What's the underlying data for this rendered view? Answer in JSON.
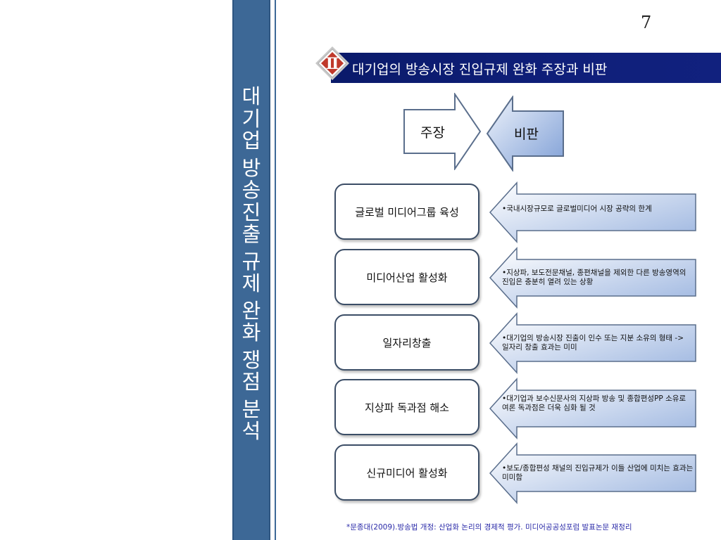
{
  "page_number": "7",
  "vertical_title": [
    "대",
    "기",
    "업",
    "방",
    "송",
    "진",
    "출",
    "규",
    "제",
    "완",
    "화",
    "쟁",
    "점",
    "분",
    "석"
  ],
  "header": {
    "badge": "Ⅱ",
    "title": "대기업의 방송시장 진입규제 완화 주장과 비판"
  },
  "columns": {
    "claim": "주장",
    "critique": "비판"
  },
  "rows": [
    {
      "claim": "글로벌 미디어그룹 육성",
      "critique": "•국내시장규모로 글로벌미디어 시장 공략의 한계"
    },
    {
      "claim": "미디어산업 활성화",
      "critique": "•지상파, 보도전문채널, 종편채널을 제외한 다른 방송영역의 진입은 충분히 열려 있는 상황"
    },
    {
      "claim": "일자리창출",
      "critique": "•대기업의 방송시장 진출이 인수 또는 지분 소유의 형태 -> 일자리 창출 효과는 미미"
    },
    {
      "claim": "지상파 독과점 해소",
      "critique": "•대기업과 보수신문사의 지상파 방송 및 종합편성PP 소유로 여론 독과점은 더욱 심화 될 것"
    },
    {
      "claim": "신규미디어 활성화",
      "critique": "•보도/종합편성 채널의 진입규제가 이들 산업에 미치는 효과는 미미함"
    }
  ],
  "source": "*문종대(2009).방송법 개정: 산업화 논리의 경제적 평가. 미디어공공성포럼 발표논문 재정리",
  "colors": {
    "sidebar": "#3d6896",
    "header": "#0f1f7a",
    "arrow_light": "#dbe6f6",
    "arrow_dark": "#7f9fd6",
    "box_border": "#3b4d66"
  }
}
